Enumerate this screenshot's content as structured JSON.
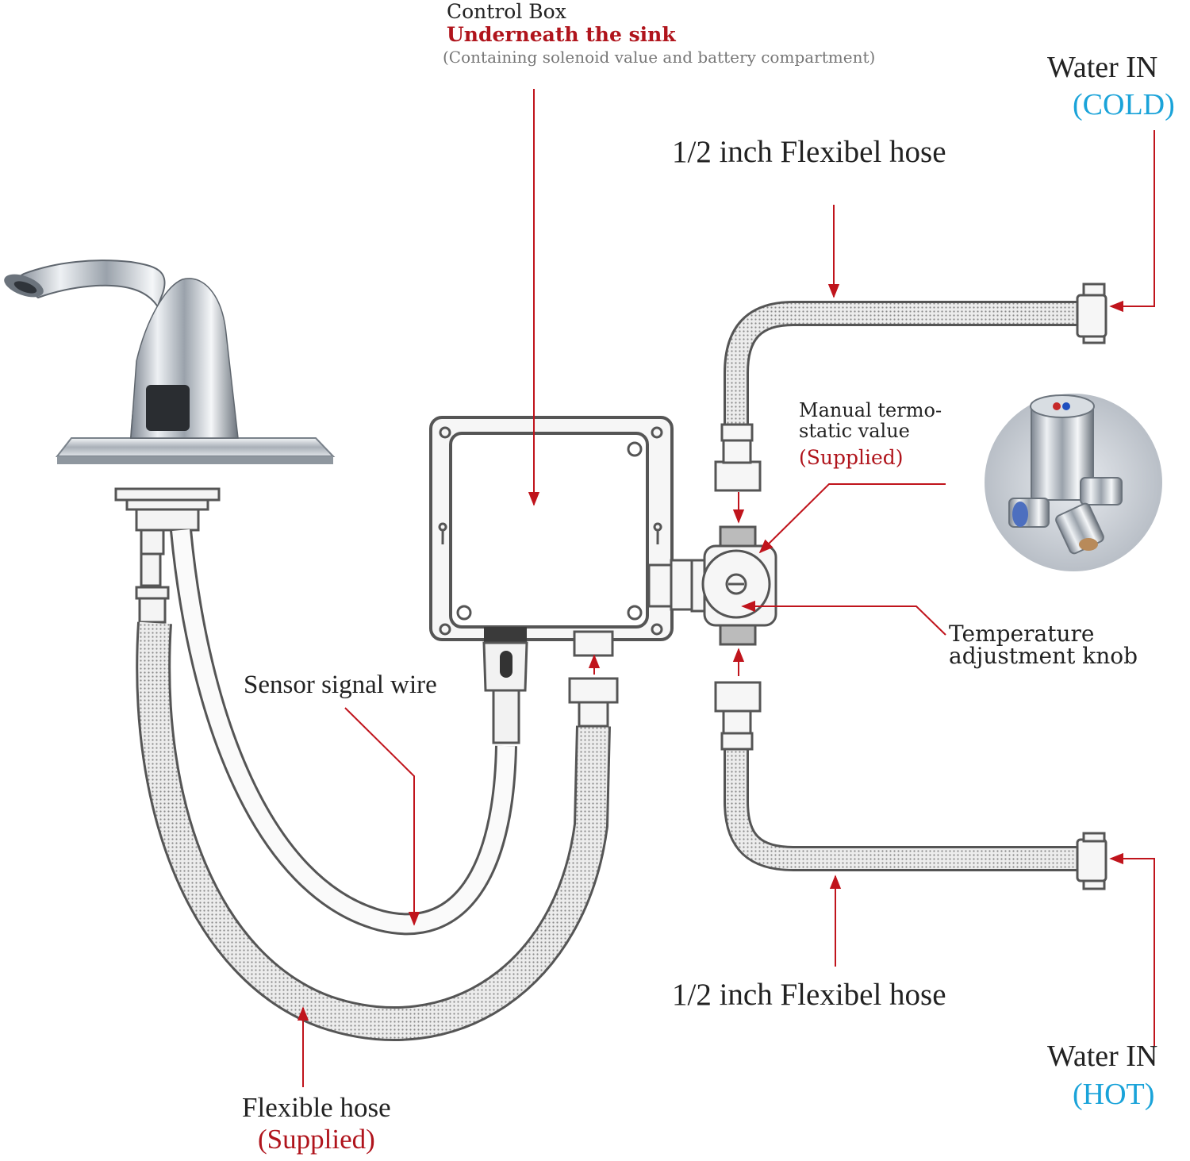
{
  "control_box": {
    "title": "Control Box",
    "location": "Underneath the sink",
    "note": "(Containing solenoid value and battery compartment)"
  },
  "cold_inlet": {
    "line1": "Water IN",
    "line2": "(COLD)"
  },
  "hot_inlet": {
    "line1": "Water IN",
    "line2": "(HOT)"
  },
  "top_hose_label": "1/2 inch Flexibel hose",
  "bottom_hose_label": "1/2 inch Flexibel hose",
  "valve": {
    "line1": "Manual termo-",
    "line2": "static value",
    "line3": "(Supplied)"
  },
  "knob": {
    "line1": "Temperature",
    "line2": "adjustment knob"
  },
  "sensor_wire_label": "Sensor signal wire",
  "flex_hose": {
    "line1": "Flexible hose",
    "line2": "(Supplied)"
  },
  "colors": {
    "arrow_red": "#c0141c",
    "label_red": "#b0141c",
    "cold_blue": "#1aa3d9",
    "outline_gray": "#555555",
    "note_gray": "#777777"
  }
}
